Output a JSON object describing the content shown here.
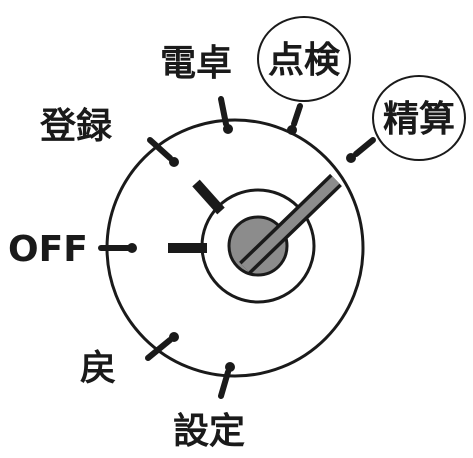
{
  "dial": {
    "positions": {
      "off": "OFF",
      "register": "登録",
      "calculator": "電卓",
      "inspection": "点検",
      "settlement": "精算",
      "return": "戻",
      "settings": "設定"
    },
    "circled_positions": [
      "点検",
      "精算"
    ],
    "current_position": "精算"
  },
  "colors": {
    "ink": "#1a1a1a",
    "knob_fill": "#8c8c8c",
    "background": "#ffffff"
  }
}
